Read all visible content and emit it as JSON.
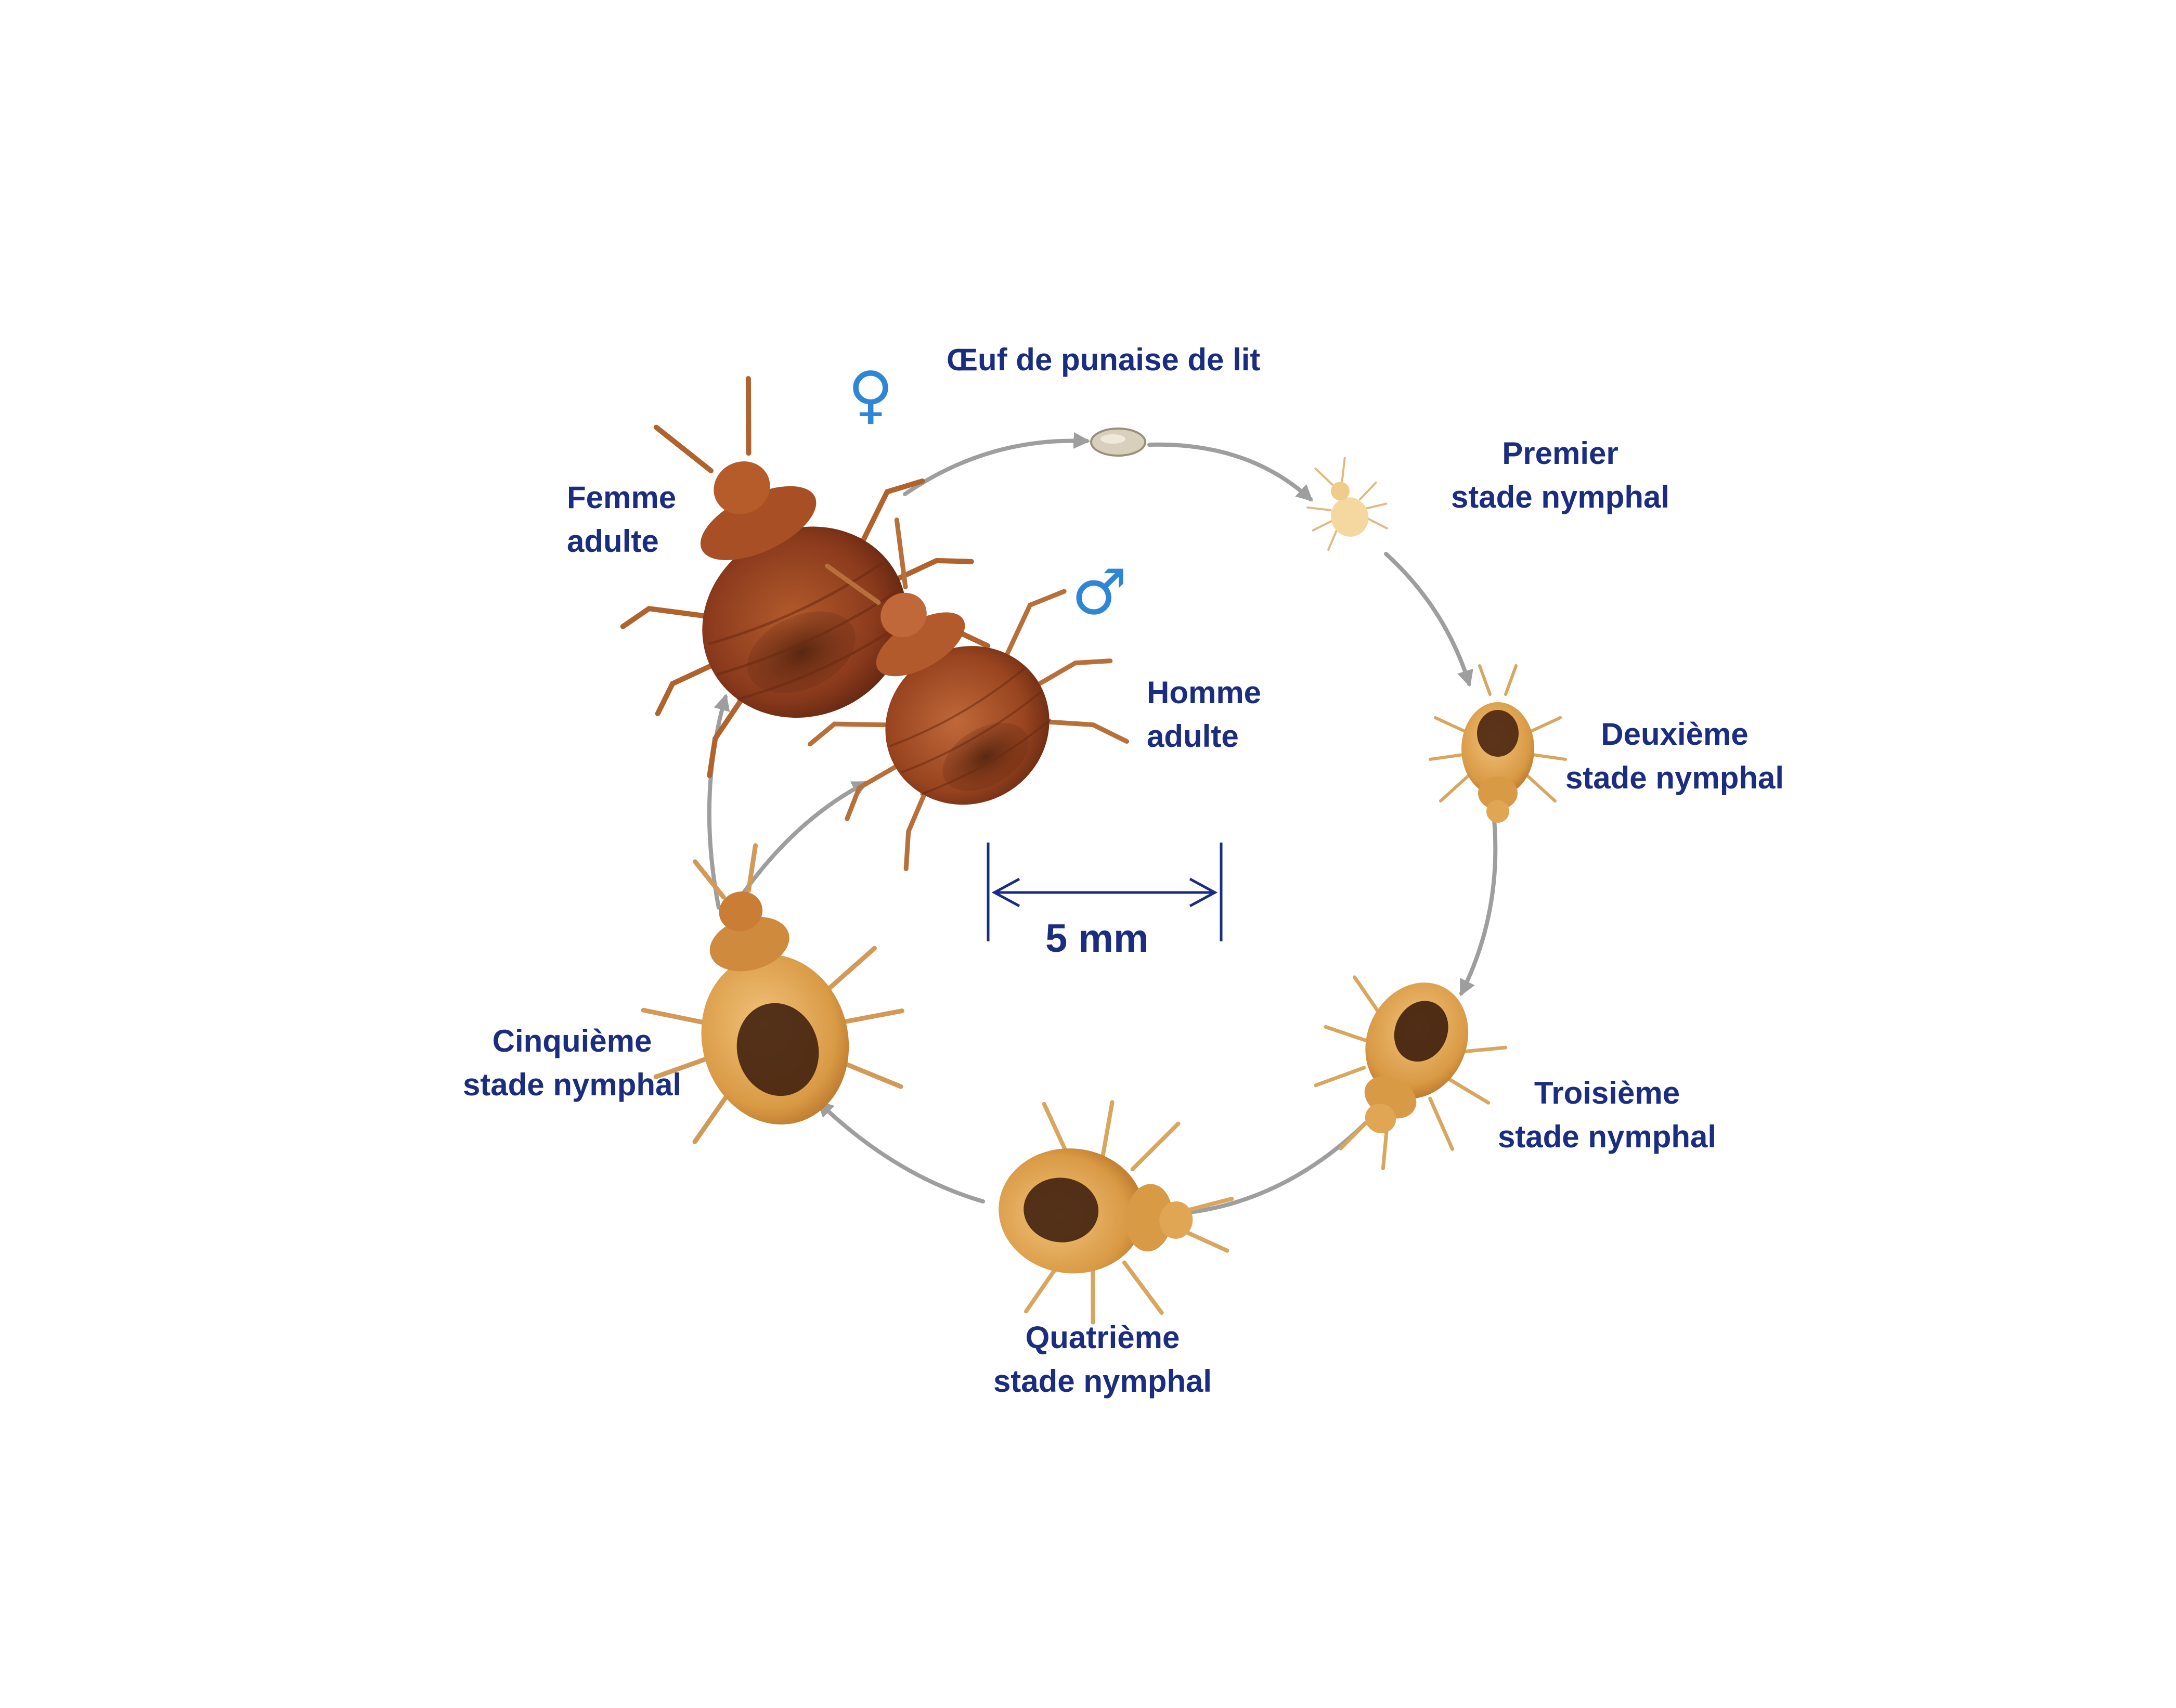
{
  "stages": {
    "egg": {
      "label": "Œuf de punaise de lit"
    },
    "nymph1": {
      "line1": "Premier",
      "line2": "stade nymphal"
    },
    "nymph2": {
      "line1": "Deuxième",
      "line2": "stade nymphal"
    },
    "nymph3": {
      "line1": "Troisième",
      "line2": "stade nymphal"
    },
    "nymph4": {
      "line1": "Quatrième",
      "line2": "stade nymphal"
    },
    "nymph5": {
      "line1": "Cinquième",
      "line2": "stade nymphal"
    },
    "female": {
      "line1": "Femme",
      "line2": "adulte",
      "symbol": "♀"
    },
    "male": {
      "line1": "Homme",
      "line2": "adulte",
      "symbol": "♂"
    }
  },
  "scale_bar": {
    "label": "5 mm"
  },
  "colors": {
    "label_text": "#1a2d80",
    "sex_symbol": "#2f86d6",
    "arrow": "#9e9e9e",
    "scale_bar": "#1a2d80",
    "adult_body": "#8a3a1c",
    "nymph_body": "#d99a45"
  }
}
